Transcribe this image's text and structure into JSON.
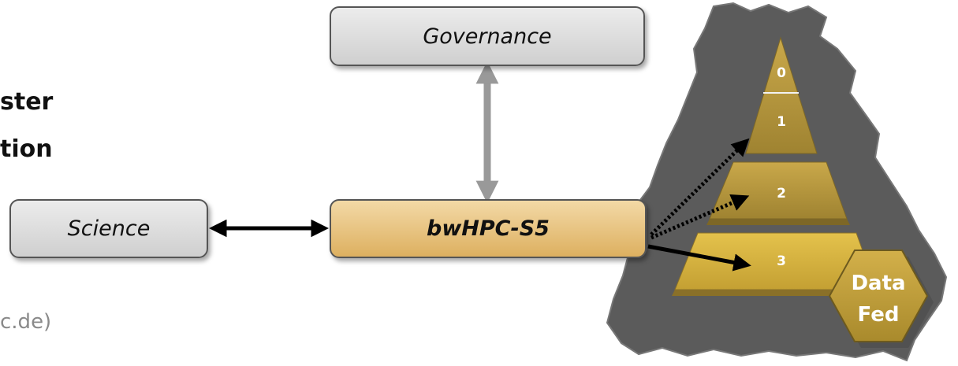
{
  "left_text": {
    "line1": "ster",
    "line2": "tion"
  },
  "footer_text": "c.de)",
  "boxes": {
    "governance": "Governance",
    "science": "Science",
    "center": "bwHPC-S5"
  },
  "pyramid": {
    "tiers": [
      "0",
      "1",
      "2",
      "3"
    ]
  },
  "hexagon": {
    "line1": "Data",
    "line2": "Fed"
  },
  "colors": {
    "gray_box": "#dcdcdc",
    "gold_box": "#e7c07b",
    "map": "#5a5a5a",
    "pyramid_gold": "#b89a3f",
    "arrow_gray": "#999999",
    "arrow_black": "#000000"
  }
}
